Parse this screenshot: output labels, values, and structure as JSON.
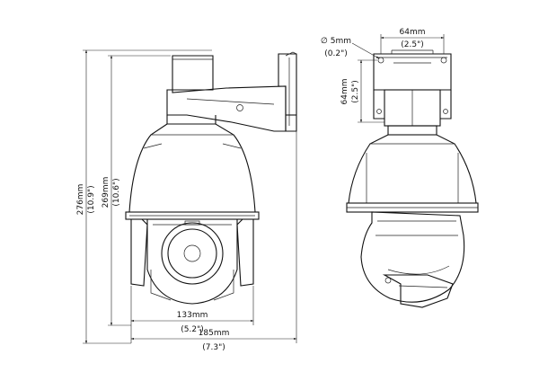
{
  "dimensions": {
    "height_total": {
      "metric": "276mm",
      "imperial": "(10.9\")"
    },
    "height_body": {
      "metric": "269mm",
      "imperial": "(10.6\")"
    },
    "width_body": {
      "metric": "133mm",
      "imperial": "(5.2\")"
    },
    "width_total": {
      "metric": "185mm",
      "imperial": "(7.3\")"
    },
    "mount_width": {
      "metric": "64mm",
      "imperial": "(2.5\")"
    },
    "mount_height": {
      "metric": "64mm",
      "imperial": "(2.5\")"
    },
    "hole_diameter": {
      "metric": "∅ 5mm",
      "imperial": "(0.2\")"
    }
  }
}
